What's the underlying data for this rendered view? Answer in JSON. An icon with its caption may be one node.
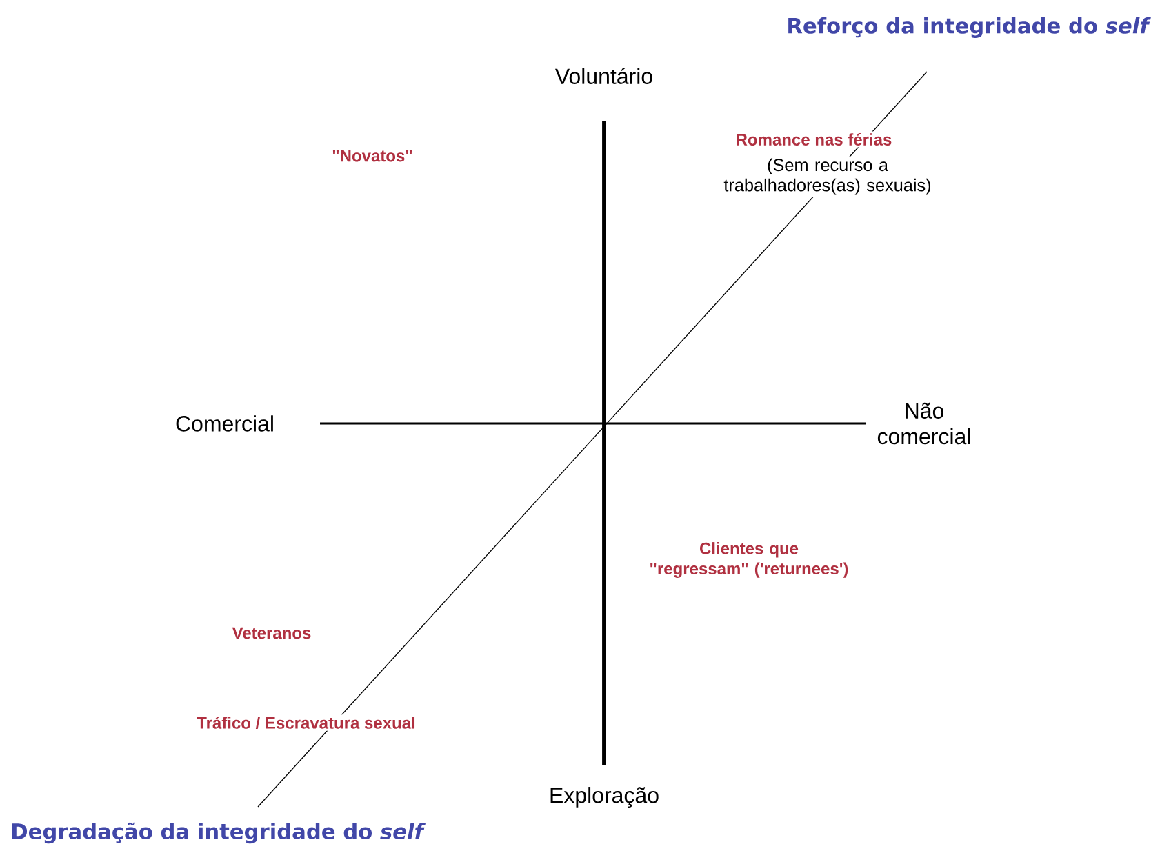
{
  "diagram": {
    "labels": [
      "Reforço da integridade do *self*",
      "Voluntário",
      "\"Novatos\"",
      "Romance nas férias",
      "(Sem recurso a trabalhadores(as) sexuais)",
      "Comercial",
      "Não comercial",
      "Clientes que \"regressam\" ('returnees')",
      "Veteranos",
      "Tráfico / Escravatura sexual",
      "Exploração",
      "Degradação da integridade do *self*"
    ]
  }
}
